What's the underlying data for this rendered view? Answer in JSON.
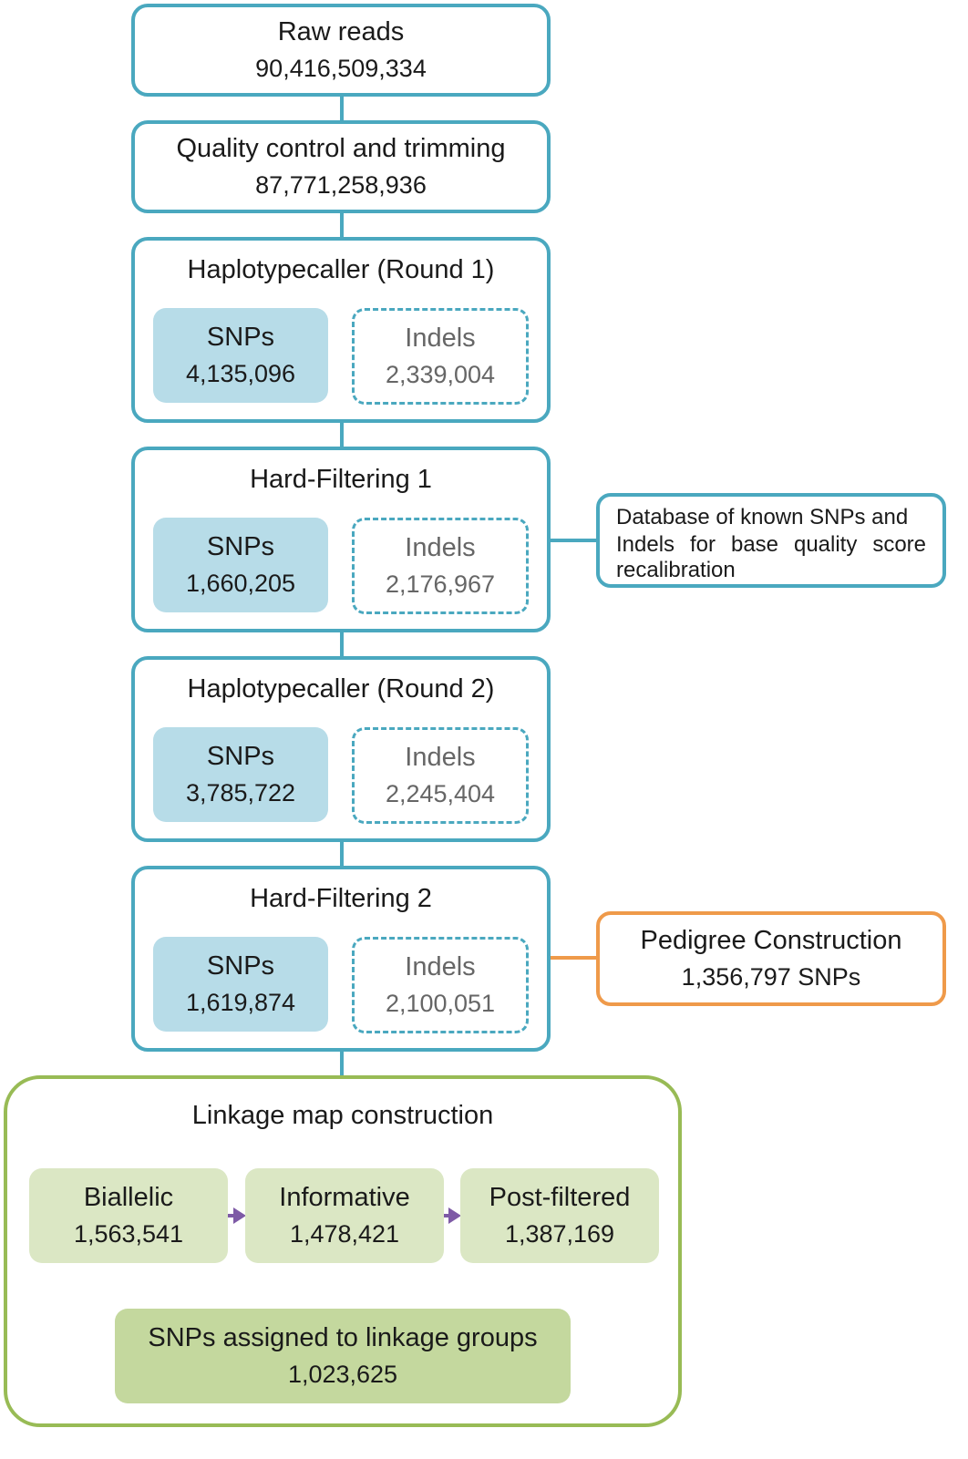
{
  "colors": {
    "main_border": "#4aa8bf",
    "snp_fill": "#b7dce8",
    "pedigree_border": "#ef9a4a",
    "linkage_border": "#98bb55",
    "linkage_fill": "#dbe7c4",
    "assigned_fill": "#c4d89e",
    "arrow": "#7e5aa6"
  },
  "raw_reads": {
    "title": "Raw reads",
    "value": "90,416,509,334"
  },
  "qc": {
    "title": "Quality control and trimming",
    "value": "87,771,258,936"
  },
  "stages": [
    {
      "title": "Haplotypecaller (Round 1)",
      "snp_label": "SNPs",
      "snp_value": "4,135,096",
      "indel_label": "Indels",
      "indel_value": "2,339,004"
    },
    {
      "title": "Hard-Filtering 1",
      "snp_label": "SNPs",
      "snp_value": "1,660,205",
      "indel_label": "Indels",
      "indel_value": "2,176,967"
    },
    {
      "title": "Haplotypecaller (Round 2)",
      "snp_label": "SNPs",
      "snp_value": "3,785,722",
      "indel_label": "Indels",
      "indel_value": "2,245,404"
    },
    {
      "title": "Hard-Filtering 2",
      "snp_label": "SNPs",
      "snp_value": "1,619,874",
      "indel_label": "Indels",
      "indel_value": "2,100,051"
    }
  ],
  "database": {
    "line1": "Database of known SNPs and",
    "line2": "Indels for base quality score",
    "line3": "recalibration"
  },
  "pedigree": {
    "title": "Pedigree Construction",
    "value": "1,356,797 SNPs"
  },
  "linkage": {
    "title": "Linkage map construction",
    "steps": [
      {
        "label": "Biallelic",
        "value": "1,563,541"
      },
      {
        "label": "Informative",
        "value": "1,478,421"
      },
      {
        "label": "Post-filtered",
        "value": "1,387,169"
      }
    ],
    "assigned": {
      "label": "SNPs assigned to linkage groups",
      "value": "1,023,625"
    }
  }
}
